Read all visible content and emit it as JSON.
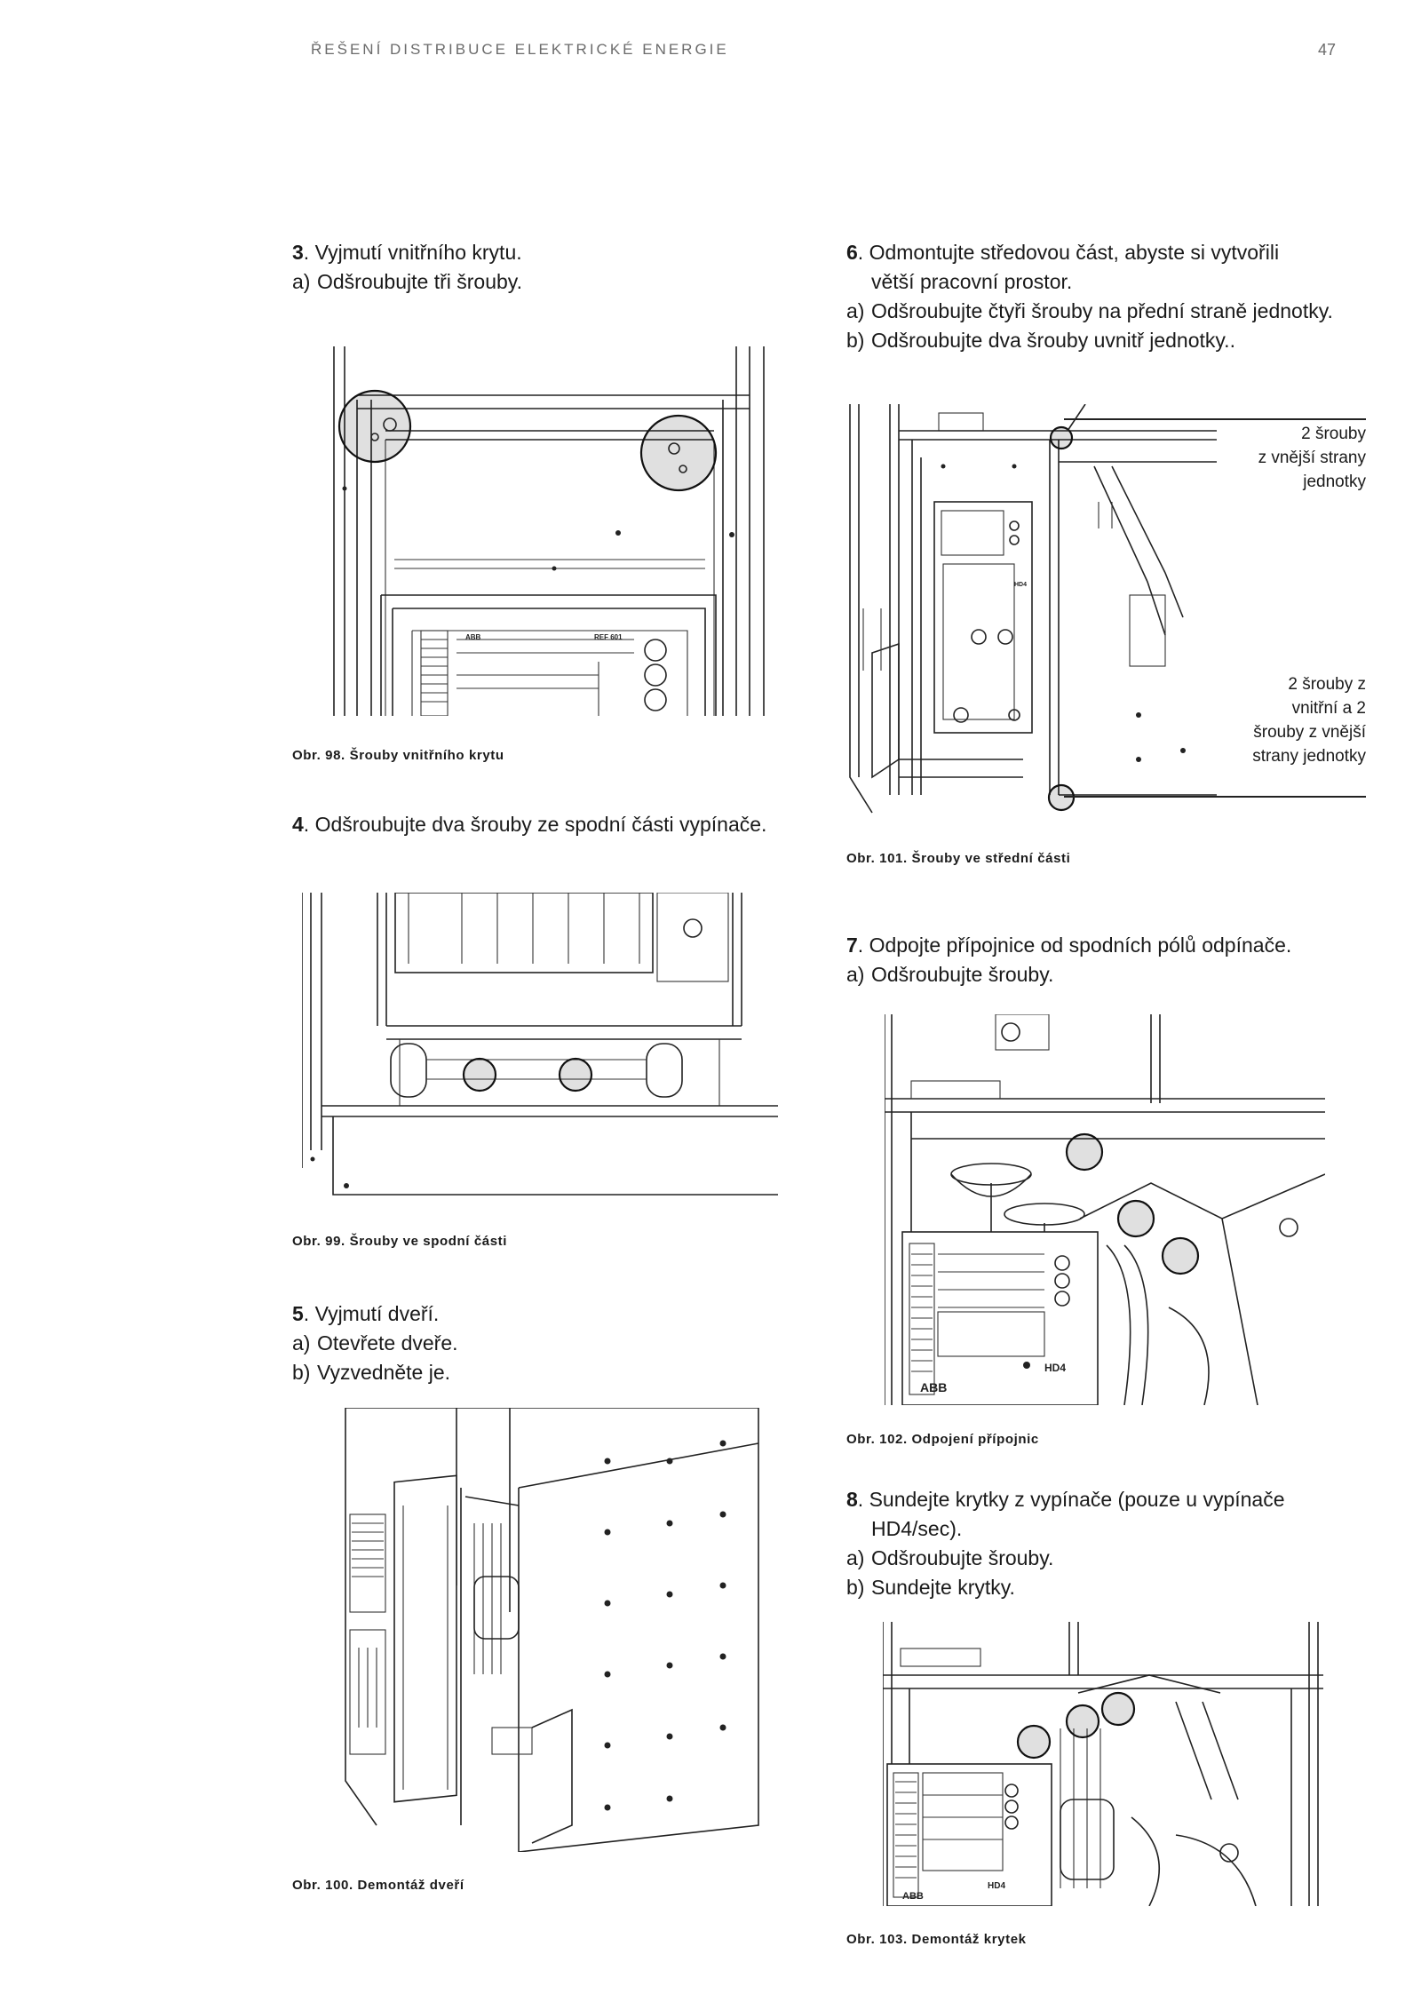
{
  "header": {
    "section_title": "ŘEŠENÍ DISTRIBUCE ELEKTRICKÉ ENERGIE",
    "page_number": "47"
  },
  "steps": {
    "s3": {
      "num": "3",
      "title": ". Vyjmutí vnitřního krytu.",
      "a": "Odšroubujte tři šrouby."
    },
    "s4": {
      "num": "4",
      "title": ". Odšroubujte dva šrouby ze spodní části vypínače."
    },
    "s5": {
      "num": "5",
      "title": ". Vyjmutí dveří.",
      "a": "Otevřete dveře.",
      "b": "Vyzvedněte je."
    },
    "s6": {
      "num": "6",
      "title": ". Odmontujte středovou část, abyste si vytvořili",
      "title_cont": "větší pracovní prostor.",
      "a": "Odšroubujte čtyři šrouby na přední straně jednotky.",
      "b": "Odšroubujte dva šrouby uvnitř jednotky.."
    },
    "s7": {
      "num": "7",
      "title": ". Odpojte přípojnice od spodních pólů odpínače.",
      "a": "Odšroubujte šrouby."
    },
    "s8": {
      "num": "8",
      "title": ". Sundejte krytky z vypínače (pouze u vypínače",
      "title_cont": "HD4/sec).",
      "a": "Odšroubujte šrouby.",
      "b": "Sundejte krytky."
    }
  },
  "sub_labels": {
    "a": "a)",
    "b": "b)"
  },
  "captions": {
    "f98": "Obr. 98. Šrouby vnitřního krytu",
    "f99": "Obr. 99. Šrouby ve spodní části",
    "f100": "Obr. 100. Demontáž dveří",
    "f101": "Obr. 101. Šrouby ve střední části",
    "f102": "Obr. 102. Odpojení přípojnic",
    "f103": "Obr. 103. Demontáž krytek"
  },
  "callouts": {
    "top": [
      "2 šrouby",
      "z vnější strany",
      "jednotky"
    ],
    "bottom": [
      "2 šrouby z",
      "vnitřní a 2",
      "šrouby z vnější",
      "strany jednotky"
    ]
  },
  "panel_text": {
    "ref": "REF 601",
    "abb": "ABB",
    "hd4": "HD4"
  }
}
